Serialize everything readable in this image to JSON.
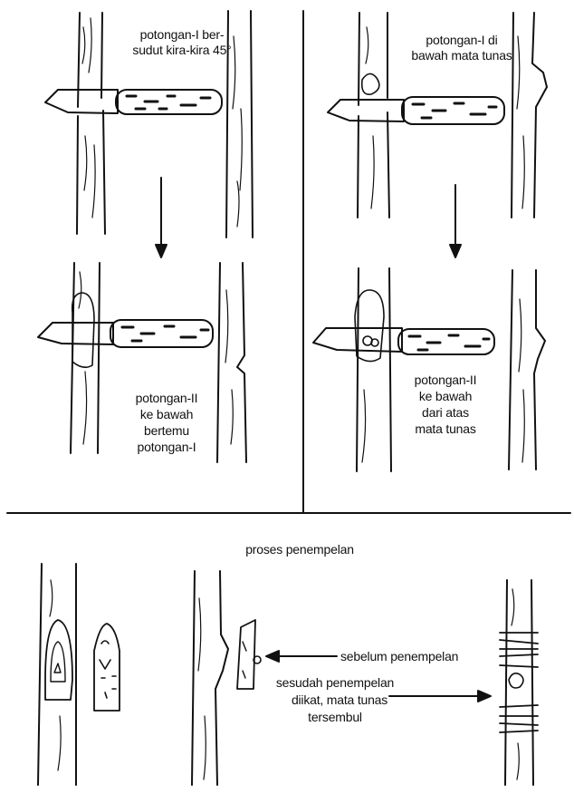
{
  "panels": {
    "top_left": {
      "caption_first": [
        "potongan-I ber-",
        "sudut kira-kira 45°"
      ],
      "caption_second": [
        "potongan-II",
        "ke bawah",
        "bertemu",
        "potongan-I"
      ]
    },
    "top_right": {
      "caption_first": [
        "potongan-I di",
        "bawah mata tunas"
      ],
      "caption_second": [
        "potongan-II",
        "ke bawah",
        "dari atas",
        "mata tunas"
      ]
    }
  },
  "process": {
    "title": "proses penempelan",
    "before_label": "sebelum penempelan",
    "after_label": [
      "sesudah penempelan",
      "diikat, mata tunas",
      "tersembul"
    ]
  }
}
